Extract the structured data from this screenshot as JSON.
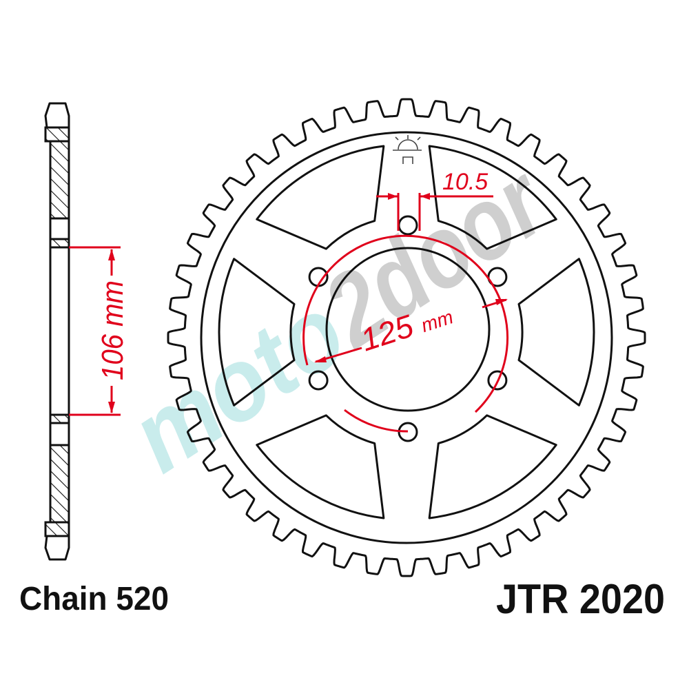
{
  "labels": {
    "chain": "Chain 520",
    "part_number": "JTR 2020"
  },
  "dimensions": {
    "bolt_hole_width": "10.5",
    "pcd": "125 mm",
    "center_bore": "106 mm"
  },
  "sprocket": {
    "teeth": 44,
    "bolt_holes": 6,
    "windows": 6
  },
  "watermark": {
    "part1": "moto",
    "part2": "2door",
    "color1": "#c9ecec",
    "color2": "#cfcfcf"
  },
  "colors": {
    "line": "#111111",
    "dimension": "#e0001b"
  }
}
